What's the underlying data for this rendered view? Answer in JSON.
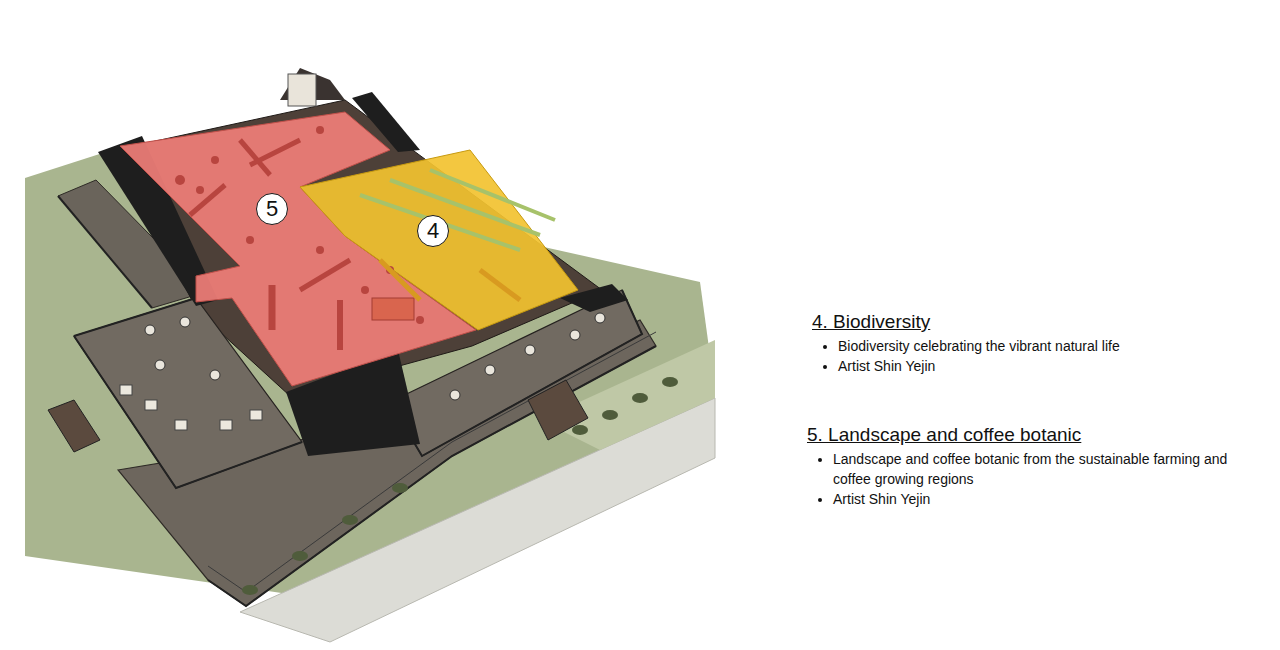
{
  "diagram": {
    "nodes": [
      {
        "text": [
          "5"
        ]
      },
      {
        "text": [
          "4"
        ]
      }
    ],
    "labels": [
      "4. Biodiversity",
      "Biodiversity celebrating the vibrant natural life",
      "Artist Shin Yejin",
      "5. Landscape and coffee botanic",
      "Landscape and coffee botanic from the sustainable farming and coffee growing regions",
      "Artist Shin Yejin"
    ]
  }
}
